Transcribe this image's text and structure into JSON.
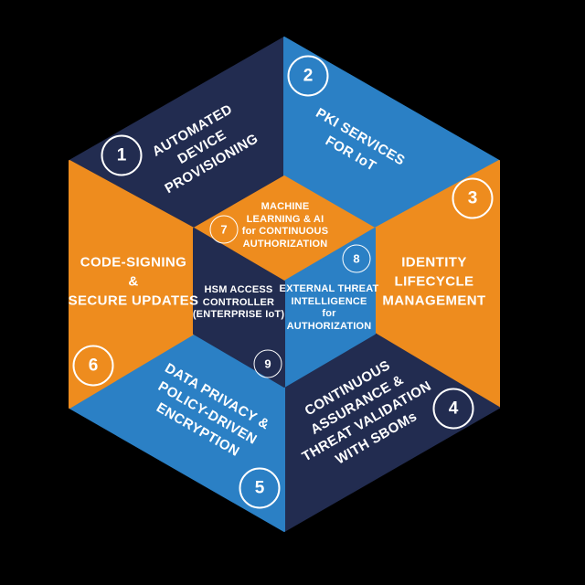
{
  "palette": {
    "navy": "#222C50",
    "blue": "#2B80C5",
    "orange": "#EE8C1E",
    "text": "#FFFFFF",
    "background": "#000000"
  },
  "diagram": {
    "title": "IoT security hexagon",
    "outer_segments": [
      {
        "number": "1",
        "color": "navy",
        "lines": [
          "AUTOMATED",
          "DEVICE",
          "PROVISIONING"
        ]
      },
      {
        "number": "2",
        "color": "blue",
        "lines": [
          "PKI SERVICES",
          "FOR IoT"
        ]
      },
      {
        "number": "3",
        "color": "orange",
        "lines": [
          "IDENTITY",
          "LIFECYCLE",
          "MANAGEMENT"
        ]
      },
      {
        "number": "4",
        "color": "navy",
        "lines": [
          "CONTINUOUS",
          "ASSURANCE &",
          "THREAT VALIDATION",
          "WITH SBOMs"
        ]
      },
      {
        "number": "5",
        "color": "blue",
        "lines": [
          "DATA PRIVACY &",
          "POLICY-DRIVEN",
          "ENCRYPTION"
        ]
      },
      {
        "number": "6",
        "color": "orange",
        "lines": [
          "CODE-SIGNING",
          "&",
          "SECURE UPDATES"
        ]
      }
    ],
    "inner_faces": [
      {
        "number": "7",
        "color": "orange",
        "lines": [
          "MACHINE",
          "LEARNING & AI",
          "for CONTINUOUS",
          "AUTHORIZATION"
        ]
      },
      {
        "number": "8",
        "color": "blue",
        "lines": [
          "EXTERNAL THREAT",
          "INTELLIGENCE",
          "for",
          "AUTHORIZATION"
        ]
      },
      {
        "number": "9",
        "color": "navy",
        "lines": [
          "HSM ACCESS",
          "CONTROLLER",
          "(ENTERPRISE IoT)"
        ]
      }
    ]
  }
}
